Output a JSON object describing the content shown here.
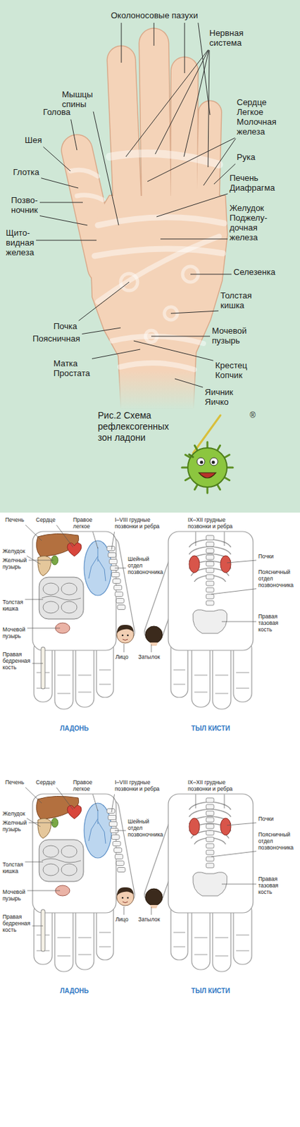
{
  "diagram": {
    "caption": "Рис.2 Схема рефлексогенных зон ладони",
    "labels": [
      "Околоносовые пазухи",
      "Нервная система",
      "Сердце Легкое Молочная железа",
      "Рука",
      "Печень Диафрагма",
      "Желудок Поджелу- дочная железа",
      "Селезенка",
      "Толстая кишка",
      "Мочевой пузырь",
      "Крестец Копчик",
      "Яичник Яичко",
      "Мышцы спины",
      "Голова",
      "Шея",
      "Глотка",
      "Позво- ночник",
      "Щито- видная железа",
      "Почка",
      "Поясничная",
      "Матка Простата",
      "®",
      "Печень",
      "Сердце",
      "Правое легкое",
      "I–VIII грудные позвонки и ребра",
      "IX–XII грудные позвонки и ребра",
      "Желудок",
      "Желчный пузырь",
      "Шейный отдел позвоночника",
      "Почки",
      "Поясничный отдел позвоночника",
      "Толстая кишка",
      "Правая тазовая кость",
      "Мочевой пузырь",
      "Лицо",
      "Затылок",
      "Правая бедренная кость",
      "ЛАДОНЬ",
      "ТЫЛ КИСТИ",
      "Печень",
      "Сердце",
      "Правое легкое",
      "I–VIII грудные позвонки и ребра",
      "IX–XII грудные позвонки и ребра",
      "Желудок",
      "Желчный пузырь",
      "Шейный отдел позвоночника",
      "Почки",
      "Поясничный отдел позвоночника",
      "Толстая кишка",
      "Правая тазовая кость",
      "Мочевой пузырь",
      "Лицо",
      "Затылок",
      "Правая бедренная кость",
      "ЛАДОНЬ",
      "ТЫЛ КИСТИ"
    ]
  }
}
